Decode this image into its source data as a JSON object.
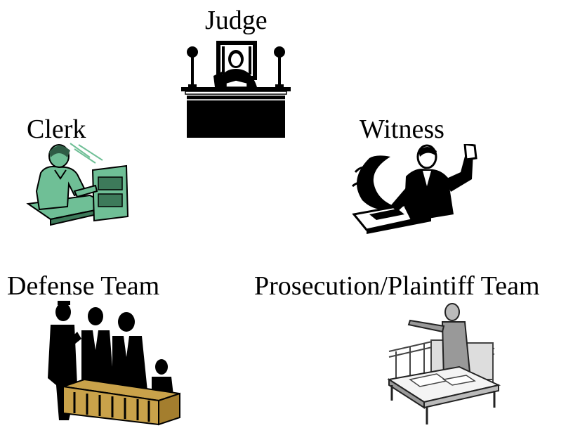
{
  "roles": {
    "judge": {
      "label": "Judge",
      "icon": "judge-at-bench-icon"
    },
    "clerk": {
      "label": "Clerk",
      "icon": "clerk-at-filing-cabinet-icon",
      "color": "#6fbf96"
    },
    "witness": {
      "label": "Witness",
      "icon": "witness-taking-oath-icon"
    },
    "defense": {
      "label": "Defense Team",
      "icon": "defense-team-icon",
      "color": "#c9a24a"
    },
    "prosecution": {
      "label": "Prosecution/Plaintiff Team",
      "icon": "prosecutor-at-table-icon"
    }
  }
}
